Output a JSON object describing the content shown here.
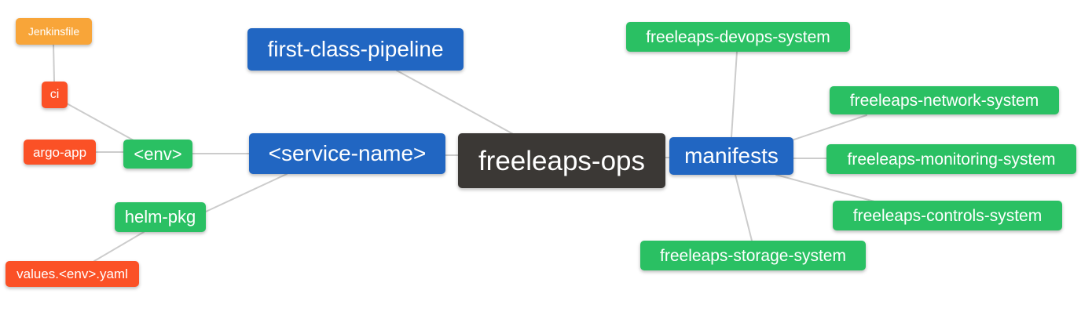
{
  "diagram": {
    "title": "freeleaps-ops repository mind map",
    "root": "freeleaps-ops",
    "nodes": {
      "freeleaps_ops": {
        "label": "freeleaps-ops",
        "role": "dark"
      },
      "first_class_pipeline": {
        "label": "first-class-pipeline",
        "role": "blue"
      },
      "service_name": {
        "label": "<service-name>",
        "role": "blue"
      },
      "manifests": {
        "label": "manifests",
        "role": "blue"
      },
      "env": {
        "label": "<env>",
        "role": "green"
      },
      "helm_pkg": {
        "label": "helm-pkg",
        "role": "green"
      },
      "ci": {
        "label": "ci",
        "role": "red"
      },
      "argo_app": {
        "label": "argo-app",
        "role": "red"
      },
      "values_env_yaml": {
        "label": "values.<env>.yaml",
        "role": "red"
      },
      "jenkinsfile": {
        "label": "Jenkinsfile",
        "role": "orange"
      },
      "devops_system": {
        "label": "freeleaps-devops-system",
        "role": "green"
      },
      "network_system": {
        "label": "freeleaps-network-system",
        "role": "green"
      },
      "monitoring_system": {
        "label": "freeleaps-monitoring-system",
        "role": "green"
      },
      "controls_system": {
        "label": "freeleaps-controls-system",
        "role": "green"
      },
      "storage_system": {
        "label": "freeleaps-storage-system",
        "role": "green"
      }
    },
    "edges": [
      {
        "from": "jenkinsfile",
        "to": "ci"
      },
      {
        "from": "ci",
        "to": "env"
      },
      {
        "from": "argo_app",
        "to": "env"
      },
      {
        "from": "env",
        "to": "service_name"
      },
      {
        "from": "service_name",
        "to": "helm_pkg"
      },
      {
        "from": "helm_pkg",
        "to": "values_env_yaml"
      },
      {
        "from": "first_class_pipeline",
        "to": "freeleaps_ops"
      },
      {
        "from": "service_name",
        "to": "freeleaps_ops"
      },
      {
        "from": "freeleaps_ops",
        "to": "manifests"
      },
      {
        "from": "manifests",
        "to": "devops_system"
      },
      {
        "from": "manifests",
        "to": "network_system"
      },
      {
        "from": "manifests",
        "to": "monitoring_system"
      },
      {
        "from": "manifests",
        "to": "controls_system"
      },
      {
        "from": "manifests",
        "to": "storage_system"
      }
    ]
  },
  "colors": {
    "dark": "#3b3835",
    "blue": "#2166c2",
    "green": "#2ac063",
    "red": "#fb5126",
    "orange": "#f8a539",
    "edge": "#cccccc",
    "text": "#ffffff"
  }
}
